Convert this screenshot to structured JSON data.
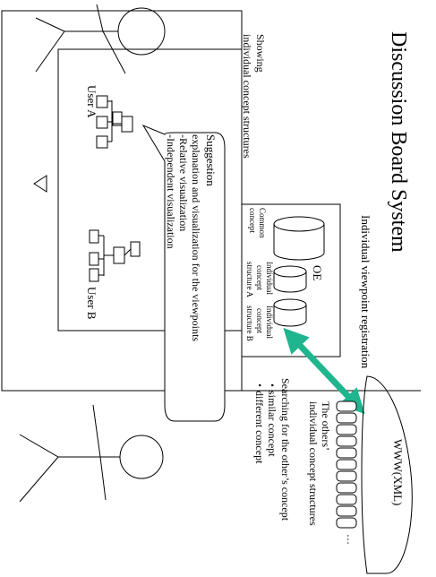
{
  "title": "Discussion Board System",
  "subtitle_registration": "Individual viewpoint registration",
  "showing_label": [
    "Showing",
    "individual concept structures"
  ],
  "user_a": "User A",
  "user_b": "User B",
  "suggestion": {
    "lines": [
      "Suggestion",
      "explanation and visualization for the viewpoints",
      "-Relative visualization",
      "-Independent visualization"
    ]
  },
  "oe_panel": {
    "label": "OE",
    "items": [
      {
        "lines": [
          "Common",
          "concept"
        ]
      },
      {
        "lines": [
          "Individual",
          "concept",
          "structure A"
        ]
      },
      {
        "lines": [
          "Individual",
          "concept",
          "structure B"
        ]
      }
    ]
  },
  "searching": {
    "lines": [
      "Searching for the other’s concept",
      "・similar concept",
      "・different concept"
    ]
  },
  "www": {
    "title": "WWW(XML)",
    "others_lines": [
      "The others’",
      "individual concept structures"
    ],
    "ellipsis": "…"
  }
}
